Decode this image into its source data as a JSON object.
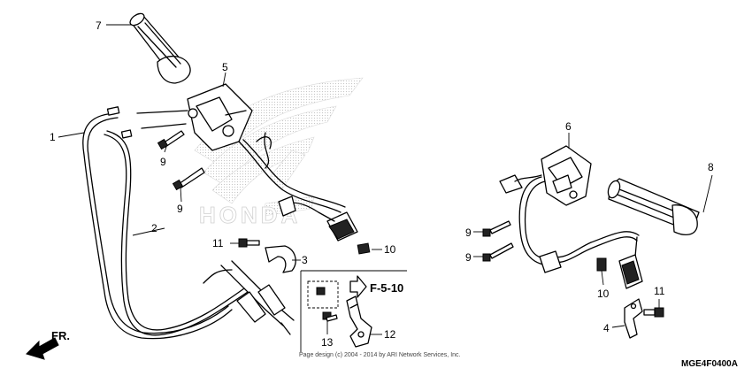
{
  "callouts": {
    "c1": "1",
    "c2": "2",
    "c3": "3",
    "c4": "4",
    "c5": "5",
    "c6": "6",
    "c7": "7",
    "c8": "8",
    "c9a": "9",
    "c9b": "9",
    "c9c": "9",
    "c9d": "9",
    "c10a": "10",
    "c10b": "10",
    "c11a": "11",
    "c11b": "11",
    "c12": "12",
    "c13": "13"
  },
  "reference": "F-5-10",
  "direction_label": "FR.",
  "copyright": "Page design (c) 2004 - 2014 by ARI Network Services, Inc.",
  "diagram_code": "MGE4F0400A",
  "watermark_text": "HONDA"
}
